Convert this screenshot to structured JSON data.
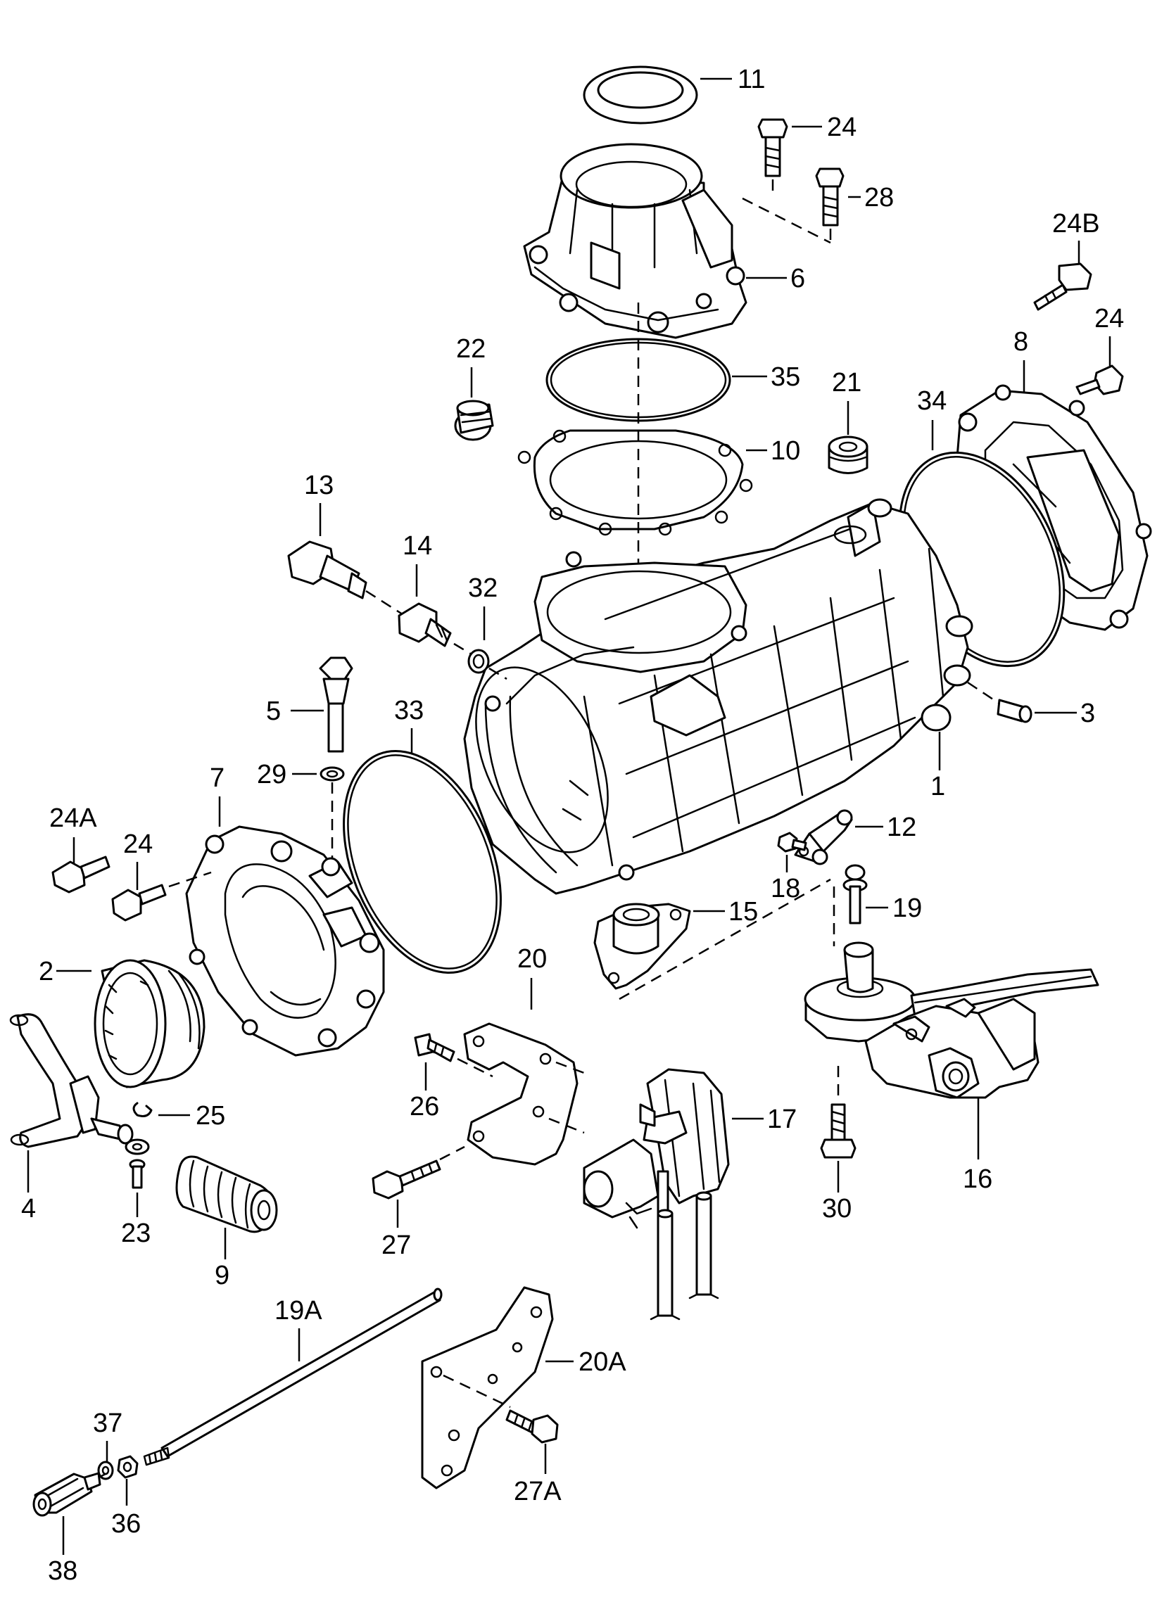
{
  "callouts": {
    "c1": "1",
    "c2": "2",
    "c3": "3",
    "c4": "4",
    "c5": "5",
    "c6": "6",
    "c7": "7",
    "c8": "8",
    "c9": "9",
    "c10": "10",
    "c11": "11",
    "c12": "12",
    "c13": "13",
    "c14": "14",
    "c15": "15",
    "c16": "16",
    "c17": "17",
    "c18": "18",
    "c19": "19",
    "c19A": "19A",
    "c20": "20",
    "c20A": "20A",
    "c21": "21",
    "c22": "22",
    "c23": "23",
    "c24_top": "24",
    "c24_right": "24",
    "c24_left": "24",
    "c24A": "24A",
    "c24B": "24B",
    "c25": "25",
    "c26": "26",
    "c27": "27",
    "c27A": "27A",
    "c28": "28",
    "c29": "29",
    "c30": "30",
    "c32": "32",
    "c33": "33",
    "c34": "34",
    "c35": "35",
    "c36": "36",
    "c37": "37",
    "c38": "38"
  }
}
